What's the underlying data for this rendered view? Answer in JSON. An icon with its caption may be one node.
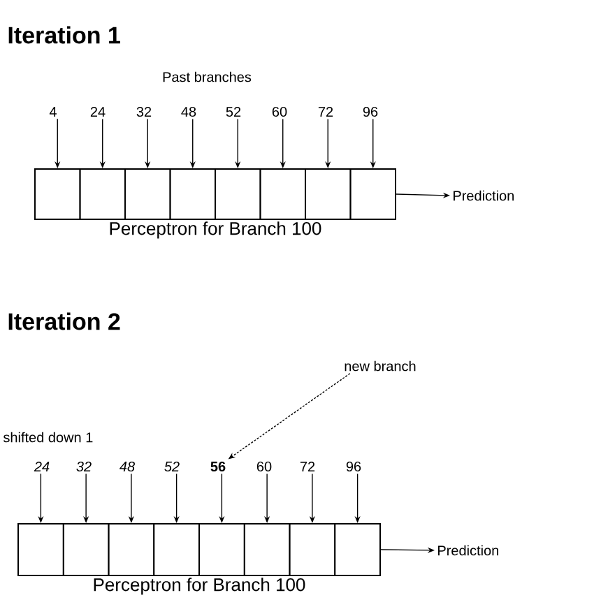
{
  "diagram": {
    "nodes": [
      {
        "text": [
          "Perceptron for Branch 100"
        ]
      },
      {
        "text": [],
        "shape": "box",
        "in": 0
      },
      {
        "text": [],
        "shape": "box",
        "in": 0
      },
      {
        "text": [],
        "shape": "box",
        "in": 0
      },
      {
        "text": [],
        "shape": "box",
        "in": 0
      },
      {
        "text": [],
        "shape": "box",
        "in": 0
      },
      {
        "text": [],
        "shape": "box",
        "in": 0
      },
      {
        "text": [],
        "shape": "box",
        "in": 0
      },
      {
        "text": [],
        "shape": "box",
        "in": 0
      },
      {
        "text": [
          "4"
        ]
      },
      {
        "text": [
          "24"
        ]
      },
      {
        "text": [
          "32"
        ]
      },
      {
        "text": [
          "48"
        ]
      },
      {
        "text": [
          "52"
        ]
      },
      {
        "text": [
          "60"
        ]
      },
      {
        "text": [
          "72"
        ]
      },
      {
        "text": [
          "96"
        ]
      },
      {
        "text": [
          "Prediction"
        ]
      },
      {
        "text": [
          "Perceptron for Branch 100"
        ]
      },
      {
        "text": [],
        "shape": "box",
        "in": 18
      },
      {
        "text": [],
        "shape": "box",
        "in": 18
      },
      {
        "text": [],
        "shape": "box",
        "in": 18
      },
      {
        "text": [],
        "shape": "box",
        "in": 18
      },
      {
        "text": [],
        "shape": "box",
        "in": 18
      },
      {
        "text": [],
        "shape": "box",
        "in": 18
      },
      {
        "text": [],
        "shape": "box",
        "in": 18
      },
      {
        "text": [],
        "shape": "box",
        "in": 18
      },
      {
        "text": [
          "24"
        ]
      },
      {
        "text": [
          "32"
        ]
      },
      {
        "text": [
          "48"
        ]
      },
      {
        "text": [
          "52"
        ]
      },
      {
        "text": [
          "56"
        ]
      },
      {
        "text": [
          "60"
        ]
      },
      {
        "text": [
          "72"
        ]
      },
      {
        "text": [
          "96"
        ]
      },
      {
        "text": [
          "Prediction"
        ]
      },
      {
        "text": [
          "new branch"
        ]
      }
    ],
    "edges": [
      {
        "from": 9,
        "to": 1,
        "arrow": "to"
      },
      {
        "from": 10,
        "to": 2,
        "arrow": "to"
      },
      {
        "from": 11,
        "to": 3,
        "arrow": "to"
      },
      {
        "from": 12,
        "to": 4,
        "arrow": "to"
      },
      {
        "from": 13,
        "to": 5,
        "arrow": "to"
      },
      {
        "from": 14,
        "to": 6,
        "arrow": "to"
      },
      {
        "from": 15,
        "to": 7,
        "arrow": "to"
      },
      {
        "from": 16,
        "to": 8,
        "arrow": "to"
      },
      {
        "from": 0,
        "to": 17,
        "arrow": "to"
      },
      {
        "from": 27,
        "to": 19,
        "arrow": "to"
      },
      {
        "from": 28,
        "to": 20,
        "arrow": "to"
      },
      {
        "from": 29,
        "to": 21,
        "arrow": "to"
      },
      {
        "from": 30,
        "to": 22,
        "arrow": "to"
      },
      {
        "from": 31,
        "to": 23,
        "arrow": "to"
      },
      {
        "from": 32,
        "to": 24,
        "arrow": "to"
      },
      {
        "from": 33,
        "to": 25,
        "arrow": "to"
      },
      {
        "from": 34,
        "to": 26,
        "arrow": "to"
      },
      {
        "from": 18,
        "to": 35,
        "arrow": "to"
      },
      {
        "from": 36,
        "to": 31,
        "arrow": "to",
        "style": "dashed"
      }
    ],
    "labels": [
      "Iteration 1",
      "Past branches",
      "Iteration 2",
      "shifted down 1"
    ]
  }
}
